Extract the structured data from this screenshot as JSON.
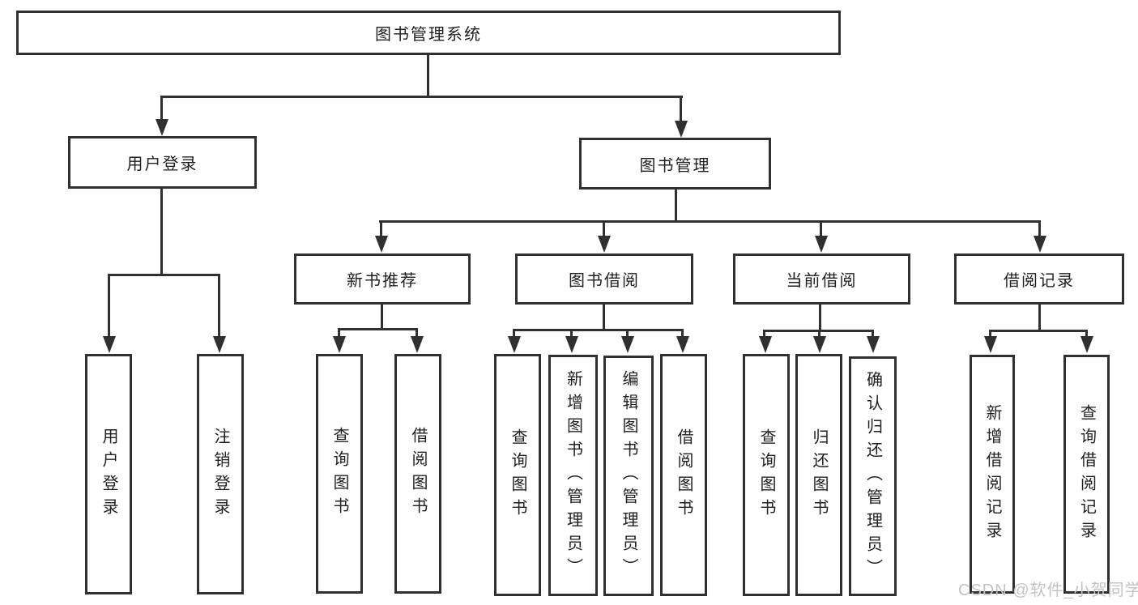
{
  "tree": {
    "root": {
      "label": "图书管理系统"
    },
    "branches": [
      {
        "label": "用户登录",
        "children": [
          {
            "label": "用户登录"
          },
          {
            "label": "注销登录"
          }
        ]
      },
      {
        "label": "图书管理",
        "children": [
          {
            "label": "新书推荐",
            "children": [
              {
                "label": "查询图书"
              },
              {
                "label": "借阅图书"
              }
            ]
          },
          {
            "label": "图书借阅",
            "children": [
              {
                "label": "查询图书"
              },
              {
                "label": "新增图书（管理员）"
              },
              {
                "label": "编辑图书（管理员）"
              },
              {
                "label": "借阅图书"
              }
            ]
          },
          {
            "label": "当前借阅",
            "children": [
              {
                "label": "查询图书"
              },
              {
                "label": "归还图书"
              },
              {
                "label": "确认归还（管理员）"
              }
            ]
          },
          {
            "label": "借阅记录",
            "children": [
              {
                "label": "新增借阅记录"
              },
              {
                "label": "查询借阅记录"
              }
            ]
          }
        ]
      }
    ]
  },
  "watermark": {
    "text": "CSDN @软件_小贺同学"
  },
  "colors": {
    "line": "#303030",
    "text": "#1f1f1f",
    "watermark": "#c3c3c3",
    "background": "#ffffff"
  }
}
